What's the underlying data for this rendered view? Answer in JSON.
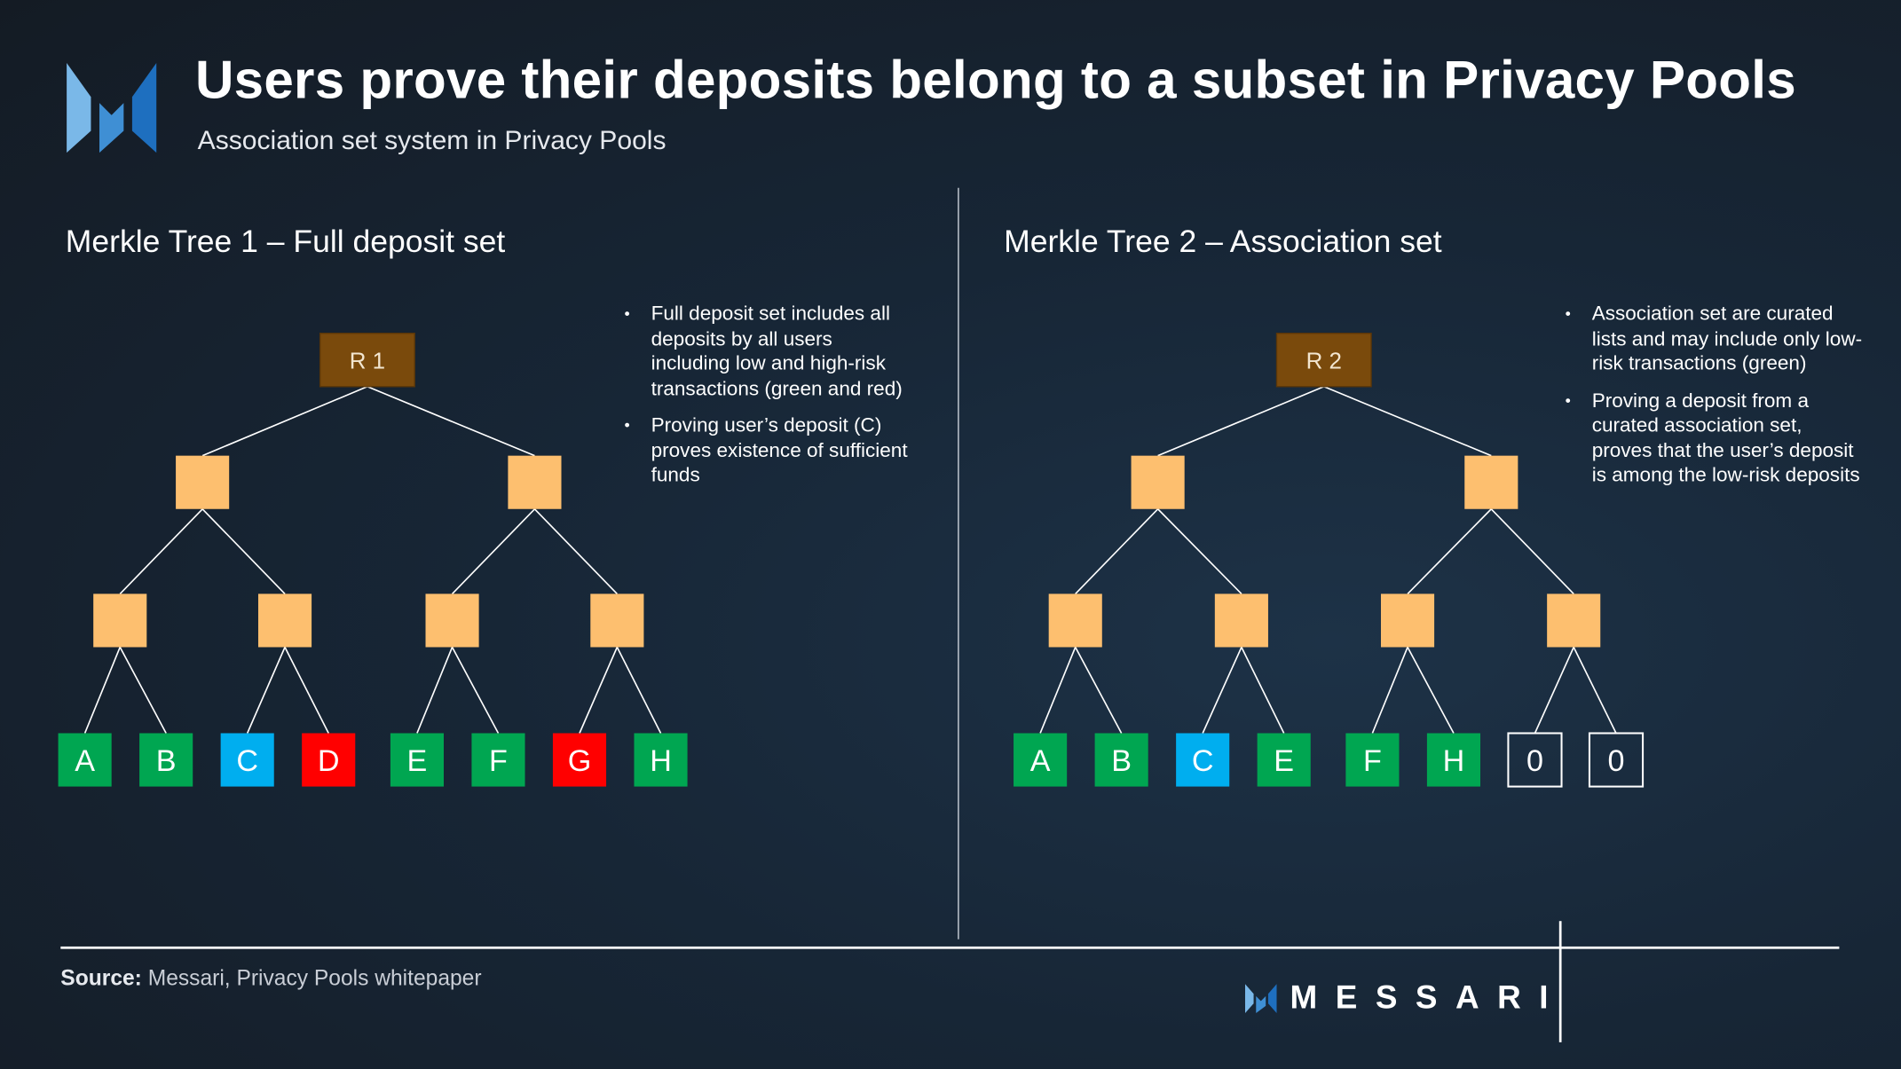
{
  "header": {
    "title": "Users prove their deposits belong to a subset in Privacy Pools",
    "subtitle": "Association set system in Privacy Pools"
  },
  "panels": [
    {
      "title": "Merkle Tree 1 – Full deposit set",
      "root": "R 1",
      "leaves": [
        {
          "label": "A",
          "kind": "green"
        },
        {
          "label": "B",
          "kind": "green"
        },
        {
          "label": "C",
          "kind": "blue"
        },
        {
          "label": "D",
          "kind": "red"
        },
        {
          "label": "E",
          "kind": "green"
        },
        {
          "label": "F",
          "kind": "green"
        },
        {
          "label": "G",
          "kind": "red"
        },
        {
          "label": "H",
          "kind": "green"
        }
      ],
      "bullets": [
        "Full deposit set includes all deposits by all users including low and high-risk transactions (green and red)",
        "Proving user’s deposit (C) proves existence of sufficient funds"
      ]
    },
    {
      "title": "Merkle Tree 2 – Association set",
      "root": "R 2",
      "leaves": [
        {
          "label": "A",
          "kind": "green"
        },
        {
          "label": "B",
          "kind": "green"
        },
        {
          "label": "C",
          "kind": "blue"
        },
        {
          "label": "E",
          "kind": "green"
        },
        {
          "label": "F",
          "kind": "green"
        },
        {
          "label": "H",
          "kind": "green"
        },
        {
          "label": "0",
          "kind": "empty"
        },
        {
          "label": "0",
          "kind": "empty"
        }
      ],
      "bullets": [
        "Association set are curated lists and may include only low-risk transactions (green)",
        "Proving a deposit from a curated association set, proves that the user’s deposit is among the low-risk deposits"
      ]
    }
  ],
  "colors": {
    "green": "#00a651",
    "blue": "#00aeef",
    "red": "#ff0000",
    "empty": "none",
    "node": "#fdbf6f",
    "root": "#7a4a0c",
    "logo_light": "#7ab8e8",
    "logo_mid": "#3f8fd4",
    "logo_dark": "#1e6fbf"
  },
  "footer": {
    "source_label": "Source:",
    "source_text": " Messari, Privacy Pools whitepaper",
    "brand": "MESSARI"
  }
}
